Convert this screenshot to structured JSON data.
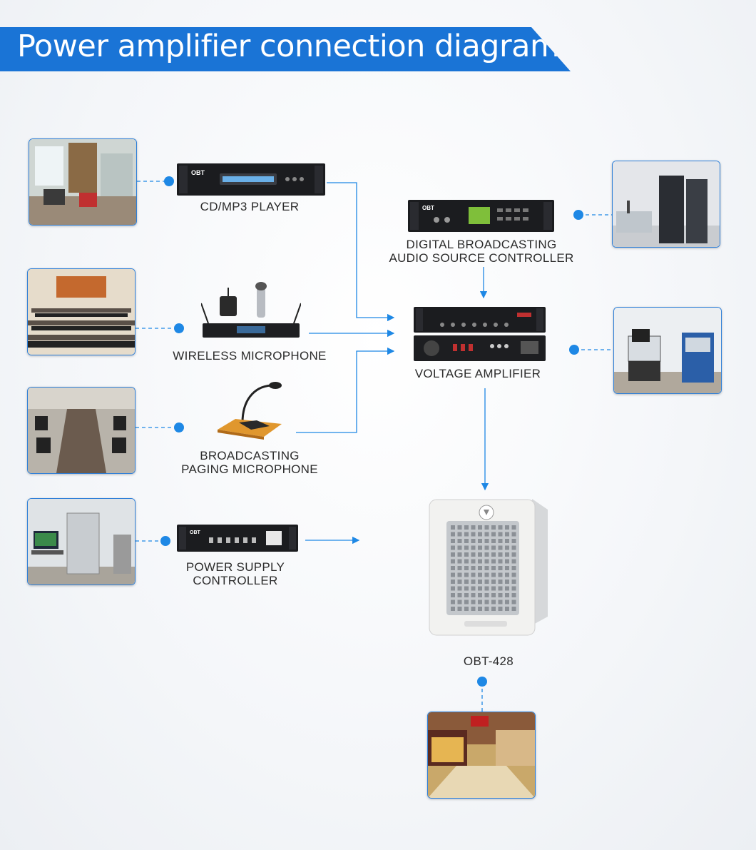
{
  "title": "Power amplifier connection diagram",
  "devices": {
    "cd_player": {
      "label": "CD/MP3 PLAYER",
      "icon": "rack-cd-player"
    },
    "digital_controller": {
      "label_line1": "DIGITAL BROADCASTING",
      "label_line2": "AUDIO SOURCE CONTROLLER",
      "icon": "rack-audio-controller"
    },
    "wireless_mic": {
      "label": "WIRELESS MICROPHONE",
      "icon": "wireless-microphone"
    },
    "voltage_amp": {
      "label": "VOLTAGE AMPLIFIER",
      "icon": "voltage-amplifier"
    },
    "paging_mic": {
      "label_line1": "BROADCASTING",
      "label_line2": "PAGING MICROPHONE",
      "icon": "paging-microphone"
    },
    "power_controller": {
      "label_line1": "POWER SUPPLY",
      "label_line2": "CONTROLLER",
      "icon": "rack-power-controller"
    },
    "speaker": {
      "label": "OBT-428",
      "icon": "wall-speaker"
    }
  },
  "photos": [
    {
      "name": "photo-control-room",
      "icon": "control-room-photo"
    },
    {
      "name": "photo-lecture-hall",
      "icon": "lecture-hall-photo"
    },
    {
      "name": "photo-conference-room",
      "icon": "conference-room-photo"
    },
    {
      "name": "photo-equipment-room",
      "icon": "equipment-room-photo"
    },
    {
      "name": "photo-server-room",
      "icon": "server-rack-room-photo"
    },
    {
      "name": "photo-broadcast-station",
      "icon": "broadcast-station-photo"
    },
    {
      "name": "photo-shopping-mall",
      "icon": "shopping-mall-photo"
    }
  ],
  "colors": {
    "accent": "#1a74d6",
    "connector": "#1e88e5",
    "text": "#2b2b2b"
  }
}
